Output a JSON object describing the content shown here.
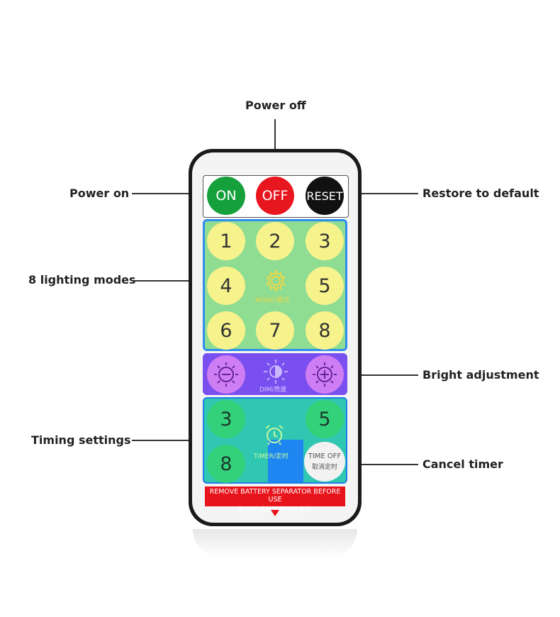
{
  "callouts": {
    "power_off": "Power off",
    "power_on": "Power on",
    "restore": "Restore to default",
    "modes": "8 lighting modes",
    "bright": "Bright adjustment",
    "timing": "Timing settings",
    "cancel": "Cancel timer"
  },
  "top_buttons": {
    "on": "ON",
    "off": "OFF",
    "reset": "RESET"
  },
  "mode_buttons": [
    "1",
    "2",
    "3",
    "4",
    "5",
    "6",
    "7",
    "8"
  ],
  "mode_label": "MODE/模式",
  "dim_label": "DIM/亮度",
  "timer_buttons": [
    "3",
    "5",
    "8"
  ],
  "timer_label": "TIMER/定时",
  "time_off": {
    "line1": "TIME OFF",
    "line2": "取消定时"
  },
  "banner": {
    "line1": "REMOVE BATTERY SEPARATOR BEFORE USE",
    "line2": "使用前请取下电池隔离片"
  },
  "colors": {
    "on_button": "#15a03c",
    "off_button": "#e8161f",
    "reset_button": "#111111",
    "mode_panel": "#8fdc93",
    "dim_panel": "#7a4ff0",
    "timer_panel": "#2fc7b2",
    "banner": "#e8141c"
  },
  "icons": [
    "gear-icon",
    "brightness-icon",
    "sun-minus-icon",
    "sun-plus-icon",
    "alarm-clock-icon",
    "triangle-down-icon"
  ]
}
